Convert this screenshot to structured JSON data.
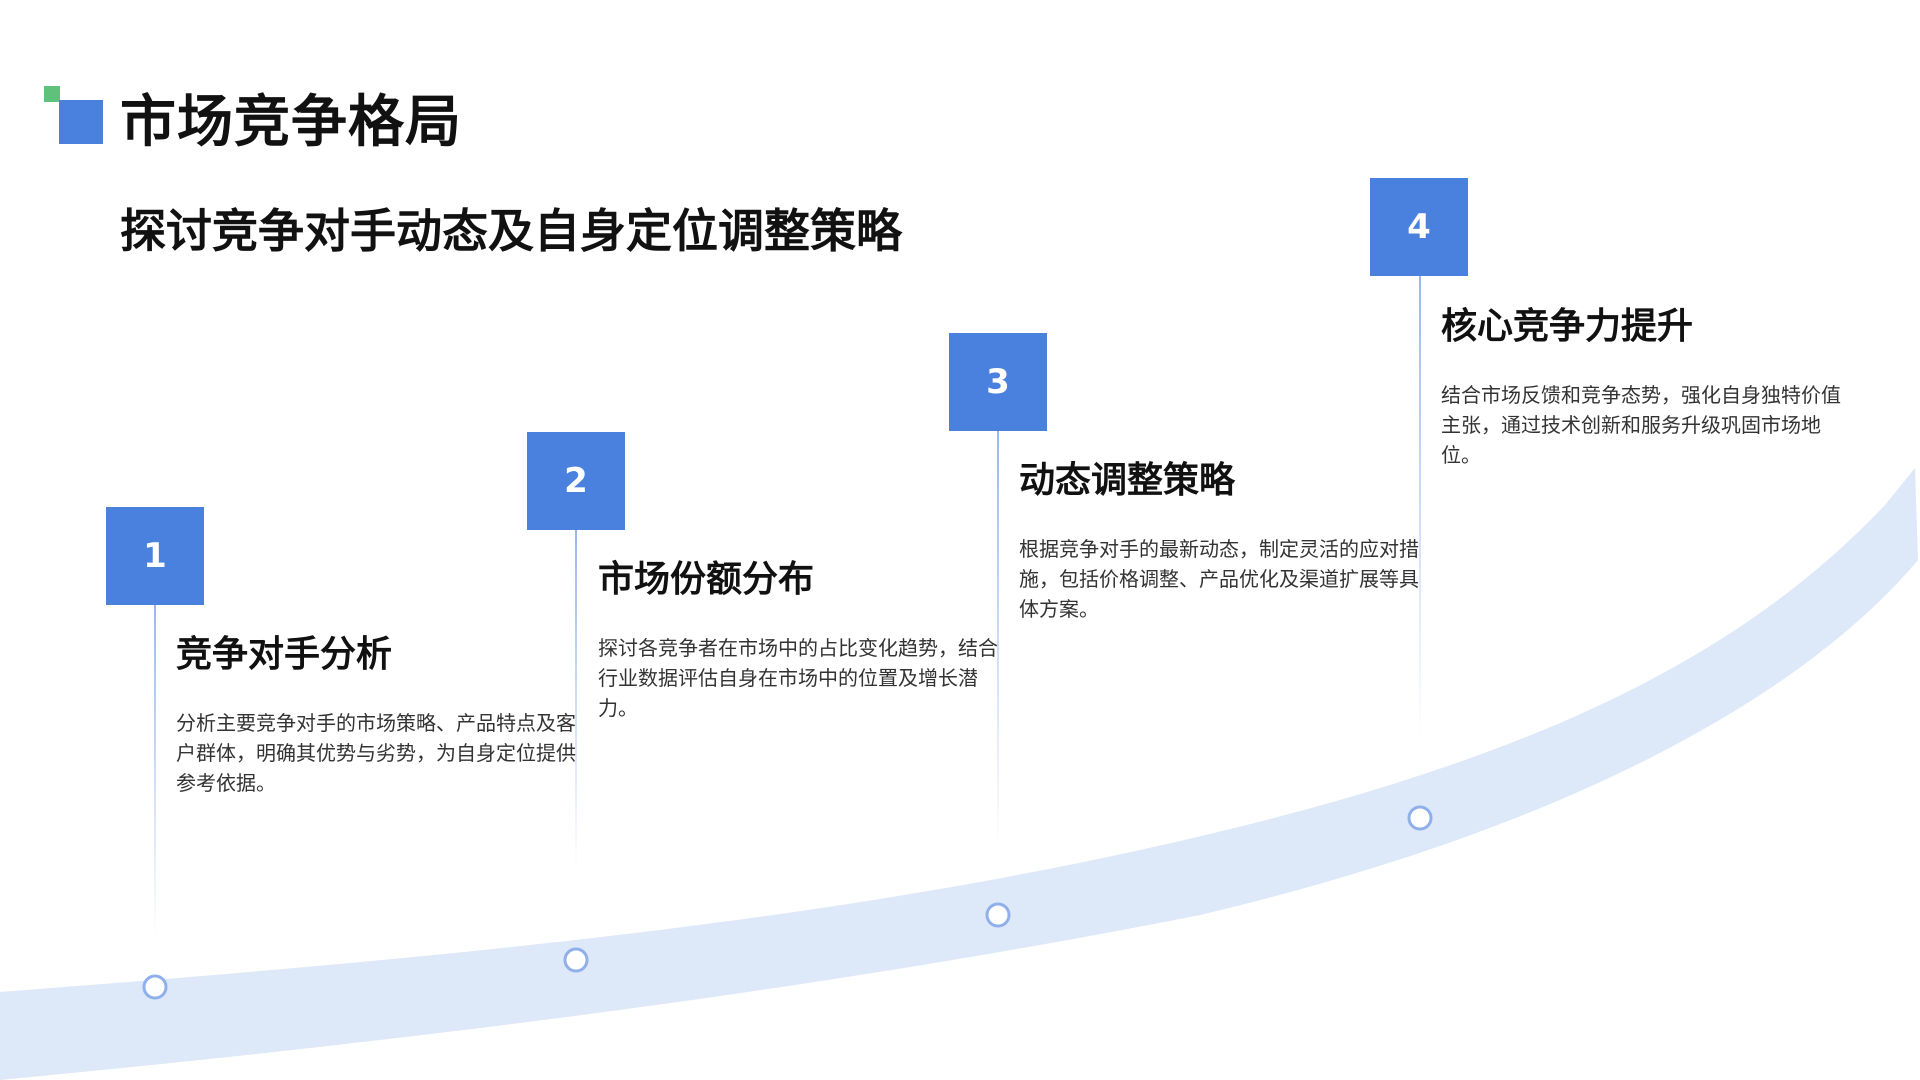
{
  "page": {
    "title": "市场竞争格局",
    "subtitle": "探讨竞争对手动态及自身定位调整策略"
  },
  "colors": {
    "accent": "#4a80de",
    "accent_green": "#5ec27a",
    "curve": "#dde8f8"
  },
  "steps": [
    {
      "number": "1",
      "title": "竞争对手分析",
      "description": "分析主要竞争对手的市场策略、产品特点及客户群体，明确其优势与劣势，为自身定位提供参考依据。"
    },
    {
      "number": "2",
      "title": "市场份额分布",
      "description": "探讨各竞争者在市场中的占比变化趋势，结合行业数据评估自身在市场中的位置及增长潜力。"
    },
    {
      "number": "3",
      "title": "动态调整策略",
      "description": "根据竞争对手的最新动态，制定灵活的应对措施，包括价格调整、产品优化及渠道扩展等具体方案。"
    },
    {
      "number": "4",
      "title": "核心竞争力提升",
      "description": "结合市场反馈和竞争态势，强化自身独特价值主张，通过技术创新和服务升级巩固市场地位。"
    }
  ]
}
